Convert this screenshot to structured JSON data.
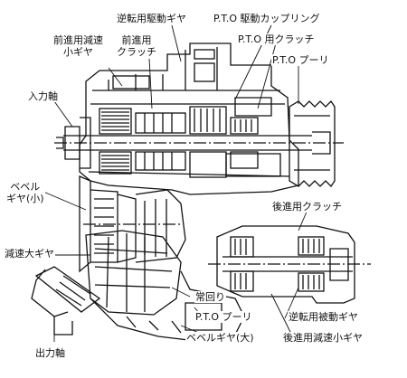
{
  "labels": {
    "reverse_drive_gear": "逆転用駆動ギヤ",
    "pto_drive_coupling": "P.T.O 駆動カップリング",
    "forward_reduction_small_gear": "前進用減速\n小ギヤ",
    "forward_clutch": "前進用\nクラッチ",
    "pto_clutch": "P.T.O 用クラッチ",
    "pto_pulley_top": "P.T.O プーリ",
    "input_shaft": "入力軸",
    "bevel_gear_small": "ベベル\nギヤ(小)",
    "reverse_clutch": "後進用クラッチ",
    "reduction_large_gear": "減速大ギヤ",
    "constant_rotation": "常回り",
    "pto_pulley_bottom": "P.T.O プーリ",
    "reverse_driven_gear": "逆転用被動ギヤ",
    "output_shaft": "出力軸",
    "bevel_gear_large": "ベベルギヤ(大)",
    "reverse_reduction_small_gear": "後進用減速小ギヤ"
  }
}
